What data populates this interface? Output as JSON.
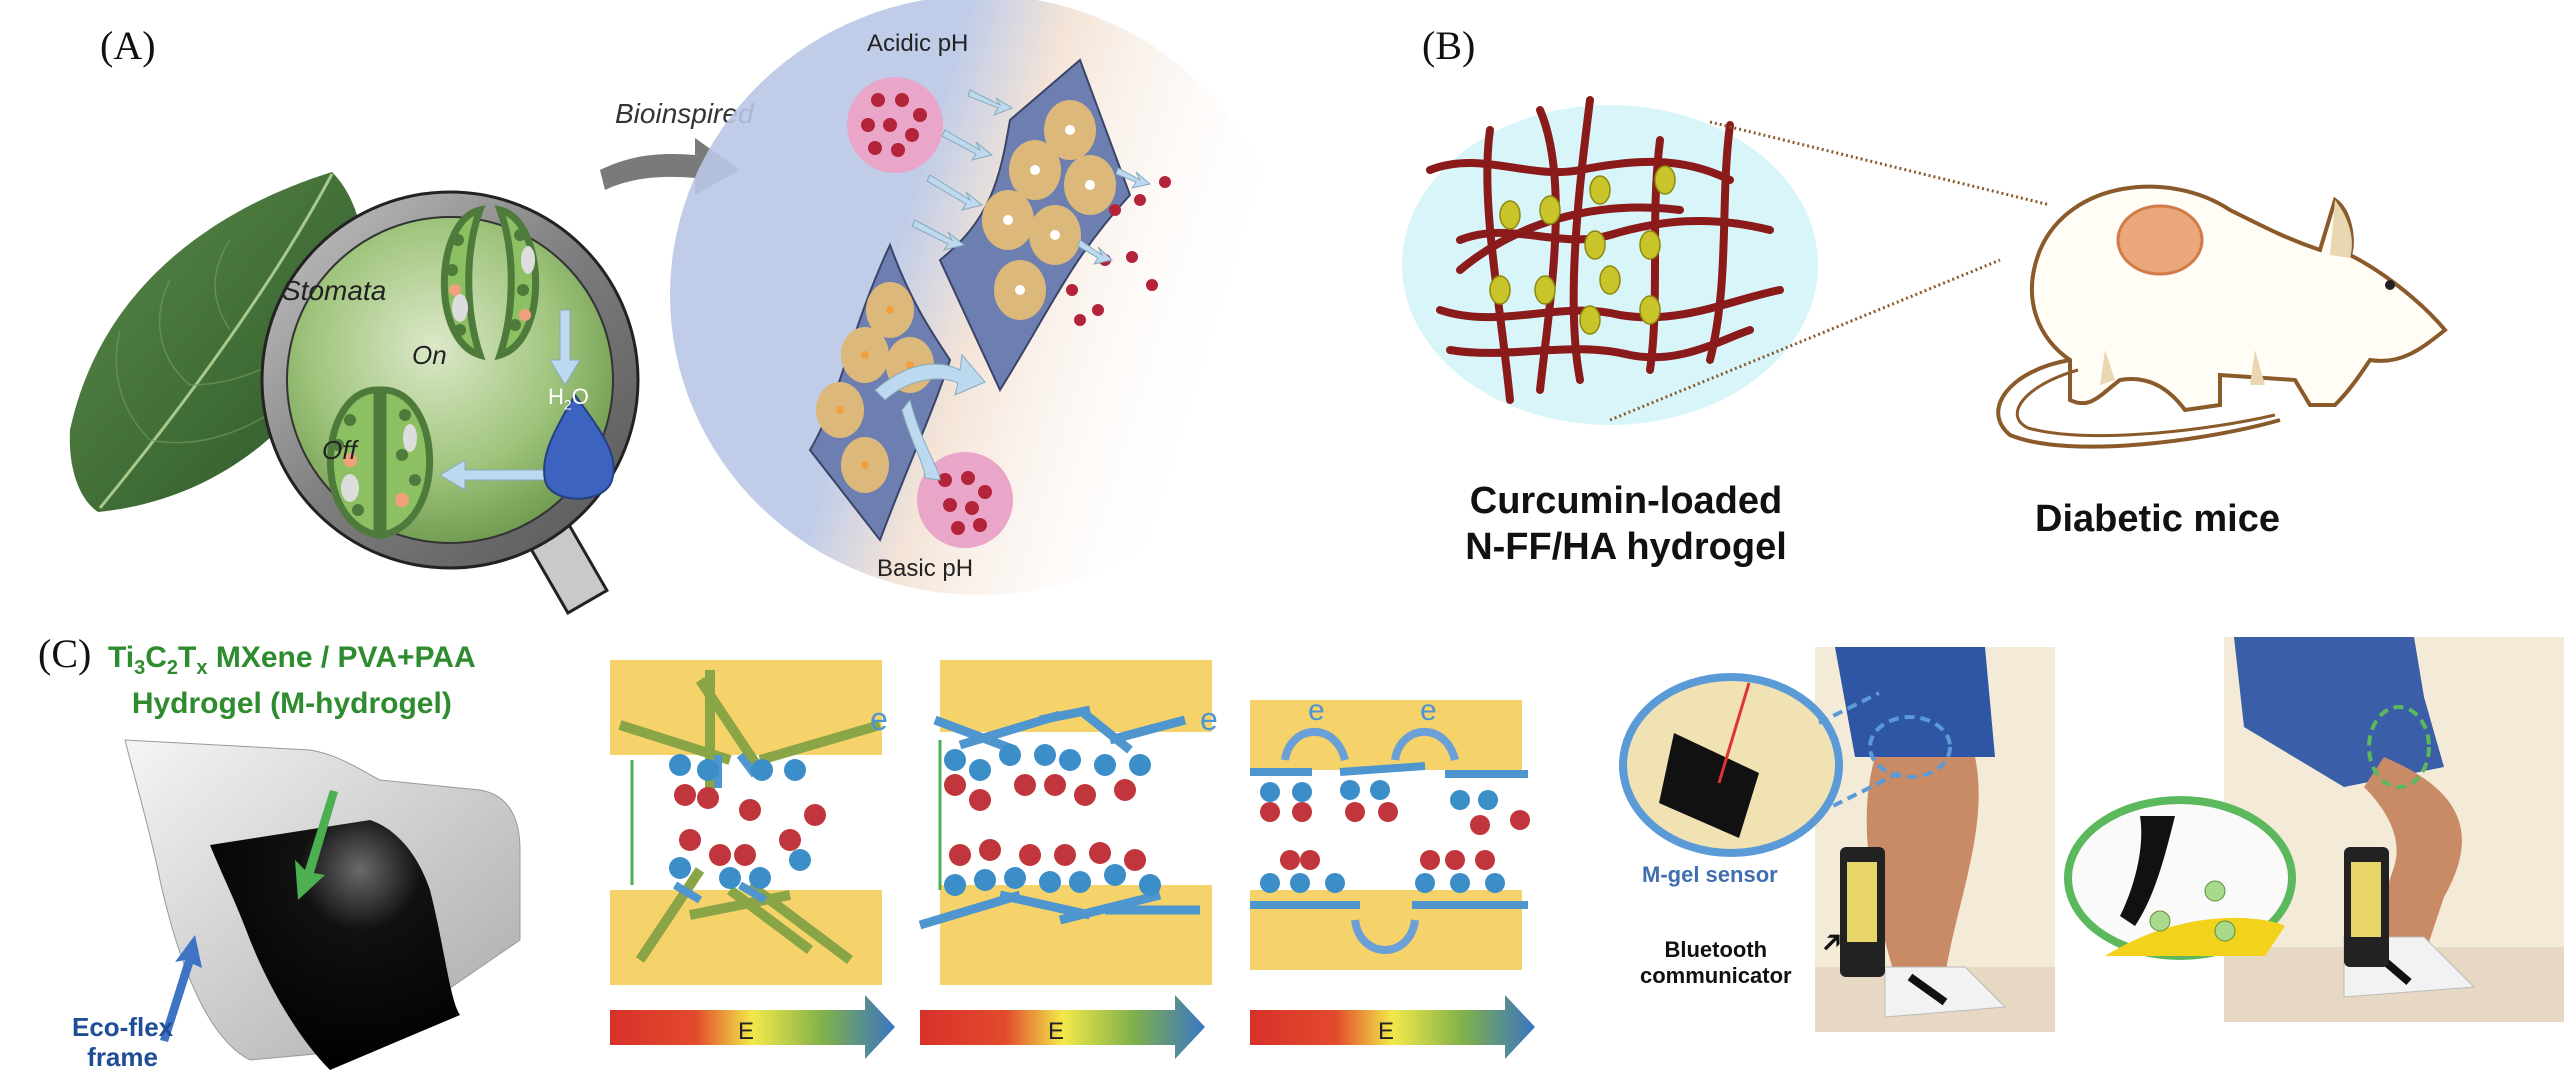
{
  "panels": {
    "a": {
      "label": "(A)",
      "stomata_label": "Stomata",
      "on_label": "On",
      "off_label": "Off",
      "water_label_h": "H",
      "water_label_sub": "2",
      "water_label_o": "O",
      "arrow_label": "Bioinspired",
      "acidic_label": "Acidic pH",
      "basic_label": "Basic pH"
    },
    "b": {
      "label": "(B)",
      "hydrogel_label_line1": "Curcumin-loaded",
      "hydrogel_label_line2": "N-FF/HA hydrogel",
      "mice_label": "Diabetic mice"
    },
    "c": {
      "label": "(C)",
      "title_ti": "Ti",
      "title_sub3": "3",
      "title_c": "C",
      "title_sub2": "2",
      "title_t": "T",
      "title_subx": "x",
      "title_rest": " MXene / PVA+PAA",
      "title_line2": "Hydrogel (M-hydrogel)",
      "ecoflex_line1": "Eco-flex",
      "ecoflex_line2": "frame",
      "electron_label": "e",
      "field_label": "E",
      "sensor_label": "M-gel sensor",
      "bluetooth_line1": "Bluetooth",
      "bluetooth_line2": "communicator"
    }
  },
  "colors": {
    "leaf_green": "#3f6b35",
    "stomata_green": "#8cc063",
    "cell_dark": "#4e7a3c",
    "water_blue": "#3d63c0",
    "bubble_red": "#b3233a",
    "pore_tan": "#dcb97a",
    "hydrogel_fiber": "#8b1a1a",
    "hydrogel_bg": "#d8f6fa",
    "drug_yellow": "#c9c42a",
    "mouse_outline": "#8a5a2b",
    "mxene_green": "#2e8b2e",
    "ecoflex_blue": "#1f4e96",
    "electrode_yellow": "#f5d36a",
    "flake_blue": "#4f96cf",
    "flake_green": "#8aa546",
    "cation_red": "#c0363c",
    "anion_blue": "#3c8ec8",
    "sensor_blue": "#5a9ad6",
    "sensor_green": "#5cb85c"
  }
}
